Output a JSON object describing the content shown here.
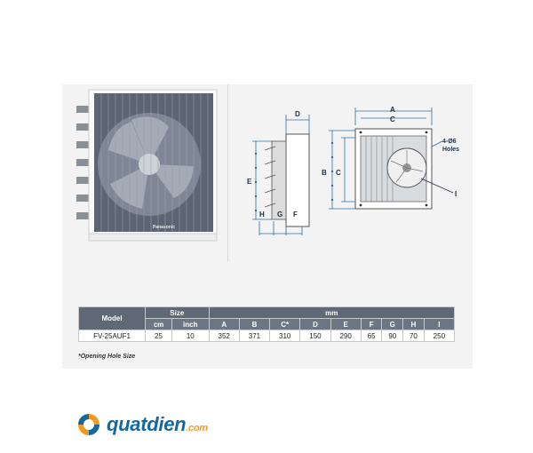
{
  "diagram": {
    "labels": {
      "A": "A",
      "B": "B",
      "C": "C",
      "D": "D",
      "E": "E",
      "F": "F",
      "G": "G",
      "H": "H",
      "I": "I",
      "holes_line1": "4-Ø6",
      "holes_line2": "Holes"
    },
    "product_badge": "Panasonic"
  },
  "table": {
    "header_model": "Model",
    "header_size": "Size",
    "header_mm": "mm",
    "size_units": [
      "cm",
      "inch"
    ],
    "mm_columns": [
      "A",
      "B",
      "C*",
      "D",
      "E",
      "F",
      "G",
      "H",
      "I"
    ],
    "rows": [
      {
        "model": "FV-25AUF1",
        "size_cm": "25",
        "size_inch": "10",
        "mm": [
          "352",
          "371",
          "310",
          "150",
          "290",
          "65",
          "90",
          "70",
          "250"
        ]
      }
    ]
  },
  "footnote": "*Opening Hole Size",
  "logo": {
    "name": "quatdien",
    "tld": ".com",
    "colors": {
      "blue": "#15689e",
      "orange": "#f29a1e"
    }
  }
}
